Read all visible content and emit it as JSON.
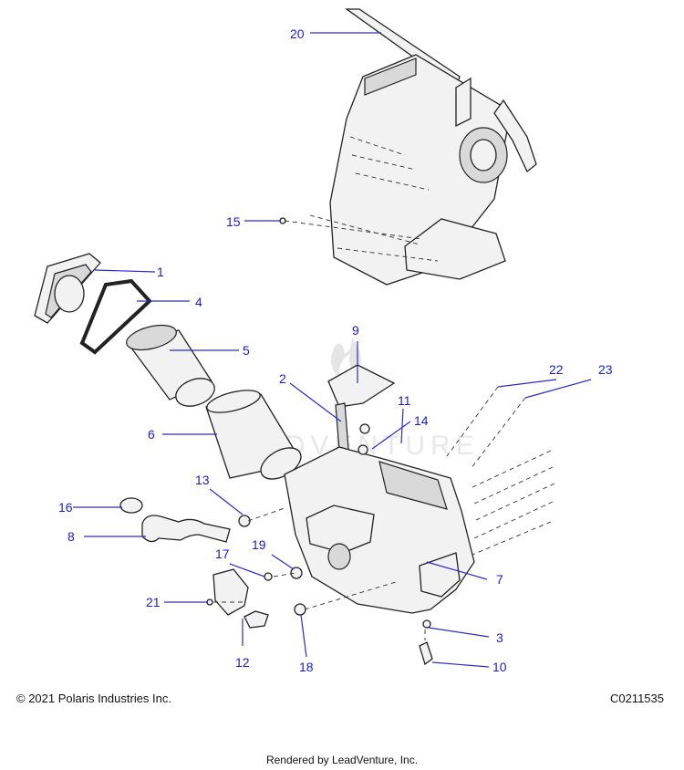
{
  "callouts": [
    {
      "id": "callout-1",
      "label": "1"
    },
    {
      "id": "callout-2",
      "label": "2"
    },
    {
      "id": "callout-3",
      "label": "3"
    },
    {
      "id": "callout-4",
      "label": "4"
    },
    {
      "id": "callout-5",
      "label": "5"
    },
    {
      "id": "callout-6",
      "label": "6"
    },
    {
      "id": "callout-7",
      "label": "7"
    },
    {
      "id": "callout-8",
      "label": "8"
    },
    {
      "id": "callout-9",
      "label": "9"
    },
    {
      "id": "callout-10",
      "label": "10"
    },
    {
      "id": "callout-11",
      "label": "11"
    },
    {
      "id": "callout-12",
      "label": "12"
    },
    {
      "id": "callout-13",
      "label": "13"
    },
    {
      "id": "callout-14",
      "label": "14"
    },
    {
      "id": "callout-15",
      "label": "15"
    },
    {
      "id": "callout-16",
      "label": "16"
    },
    {
      "id": "callout-17",
      "label": "17"
    },
    {
      "id": "callout-18",
      "label": "18"
    },
    {
      "id": "callout-19",
      "label": "19"
    },
    {
      "id": "callout-20",
      "label": "20"
    },
    {
      "id": "callout-21",
      "label": "21"
    },
    {
      "id": "callout-22",
      "label": "22"
    },
    {
      "id": "callout-23",
      "label": "23"
    }
  ],
  "watermark": "LEADVENTURE",
  "footer": {
    "copyright": "© 2021 Polaris Industries Inc.",
    "figure_code": "C0211535",
    "rendered_by": "Rendered by LeadVenture, Inc."
  },
  "colors": {
    "callout": "#1a1ad6",
    "line_art": "#222222",
    "leader": "#2b2bd0"
  }
}
